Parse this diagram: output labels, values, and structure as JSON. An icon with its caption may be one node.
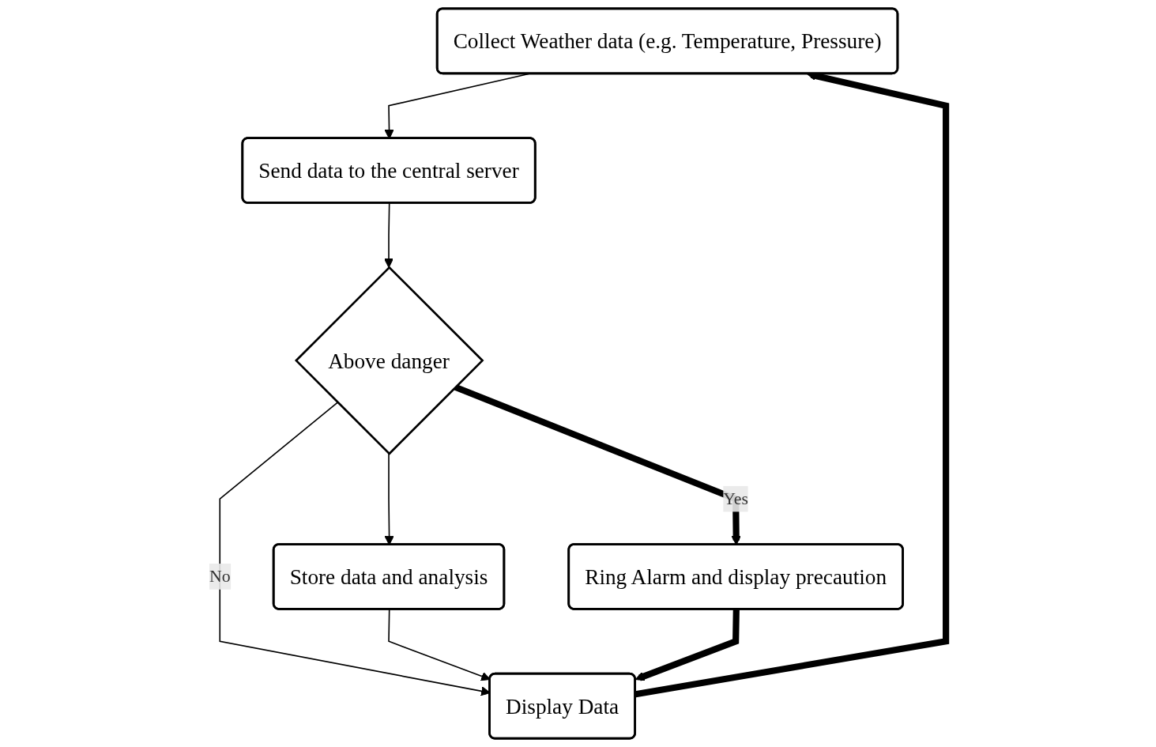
{
  "diagram": {
    "nodes": [
      {
        "text": [
          "Collect Weather data (e.g. Temperature, Pressure)"
        ]
      },
      {
        "text": [
          "Send data to the central server"
        ]
      },
      {
        "text": [
          "Above danger"
        ]
      },
      {
        "text": [
          "Display Data"
        ]
      },
      {
        "text": [
          "Store data and analysis"
        ]
      },
      {
        "text": [
          "Ring Alarm and display precaution"
        ]
      }
    ],
    "edges": [
      {
        "from": 0,
        "to": 1,
        "arrow": "to"
      },
      {
        "from": 1,
        "to": 2,
        "arrow": "to"
      },
      {
        "from": 2,
        "to": 3,
        "arrow": "to",
        "label": "No"
      },
      {
        "from": 2,
        "to": 5,
        "arrow": "to",
        "label": "Yes",
        "style": "thick"
      },
      {
        "from": 2,
        "to": 4,
        "arrow": "to"
      },
      {
        "from": 4,
        "to": 3,
        "arrow": "to"
      },
      {
        "from": 5,
        "to": 3,
        "arrow": "to",
        "style": "thick"
      },
      {
        "from": 3,
        "to": 0,
        "arrow": "to",
        "style": "thick"
      }
    ]
  }
}
